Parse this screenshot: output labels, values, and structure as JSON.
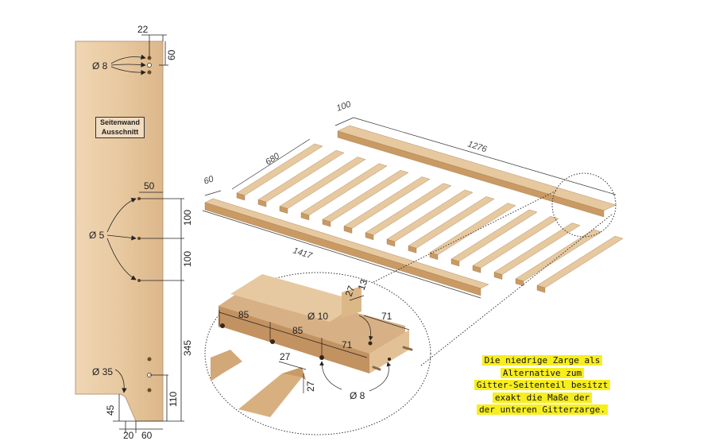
{
  "side_panel": {
    "title_line1": "Seitenwand",
    "title_line2": "Ausschnitt",
    "dims": {
      "top_offset": "22",
      "top_spacing": "60",
      "hole_top": "Ø 8",
      "hole_spacing_x": "50",
      "hole_mid": "Ø 5",
      "spacing_1": "100",
      "spacing_2": "100",
      "spacing_3": "345",
      "cutout_radius": "Ø 35",
      "bottom_spacing": "110",
      "cutout_height": "45",
      "cutout_w1": "20",
      "cutout_w2": "60"
    }
  },
  "assembly": {
    "dims": {
      "rail_width_back": "100",
      "rail_length_back": "1276",
      "slat_length": "680",
      "rail_width_front": "60",
      "rail_length_front": "1417"
    }
  },
  "detail": {
    "dims": {
      "d1": "85",
      "d2": "85",
      "d3": "71",
      "d4": "71",
      "block_w": "27",
      "block_off": "13",
      "hole_big": "Ø 10",
      "slat_w": "27",
      "slat_h": "27",
      "hole_small": "Ø 8"
    }
  },
  "note": {
    "lines": [
      "Die niedrige Zarge als",
      "Alternative zum",
      "Gitter-Seitenteil besitzt",
      "exakt die Maße der",
      "der unteren Gitterzarge."
    ]
  },
  "colors": {
    "wood": "#e7c9a0",
    "wood_dark": "#c99a63",
    "highlight": "#f7ee1e"
  }
}
